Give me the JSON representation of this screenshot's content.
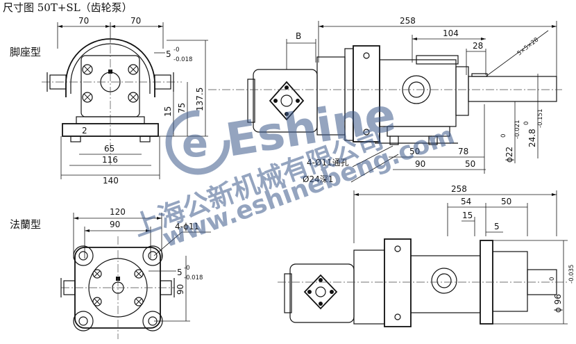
{
  "title": "尺寸图 50T+SL（齿轮泵）",
  "sections": {
    "foot": "脚座型",
    "flange": "法蘭型"
  },
  "watermark": {
    "brand": "Eshine",
    "company": "上海公新机械有限公司",
    "url": "www.eshinebeng.com",
    "color": "#3d5a8c"
  },
  "foot_view": {
    "width_left": "70",
    "width_right": "70",
    "key_tol_upper": "-0",
    "key_tol_lower": "-0.018",
    "key_base": "5",
    "height_total": "137.5",
    "height_shaft": "75",
    "base_thick": "15",
    "gap": "2",
    "hole_span": "65",
    "base_inner": "116",
    "base_outer": "140"
  },
  "side_view": {
    "b_label": "B",
    "length_total": "258",
    "length_shaft": "104",
    "key_len": "28",
    "key_spec": "5×5×28",
    "dia1_label": "ϕ22",
    "dia1_tol_upper": "0",
    "dia1_tol_lower": "-0.021",
    "dia2_label": "24.8",
    "dia2_tol_upper": "0",
    "dia2_tol_lower": "-0.151",
    "base_50": "50",
    "base_78": "78",
    "base_90": "90",
    "base_50b": "50",
    "holes_note": "4-Ø11通孔",
    "counterbore_note": "Ø24深1"
  },
  "flange_view": {
    "width_outer": "120",
    "width_inner": "90",
    "holes_note": "4-ϕ11",
    "key_base": "5",
    "key_tol_upper": "-0",
    "key_tol_lower": "-0.018",
    "height_90": "90"
  },
  "flange_side": {
    "length_total": "258",
    "len_54": "54",
    "len_50": "50",
    "len_15": "15",
    "len_5": "5",
    "dia_label": "ϕ 96",
    "dia_tol_upper": "0",
    "dia_tol_lower": "-0.035"
  }
}
